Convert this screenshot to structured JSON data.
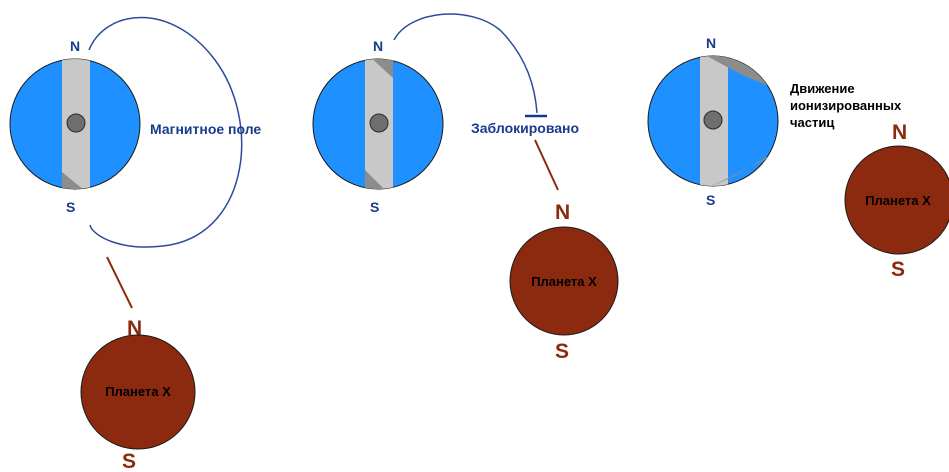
{
  "colors": {
    "earth_blue": "#1e90ff",
    "core_gray": "#c8c8c8",
    "center_dark": "#6e6e6e",
    "field_line_blue": "#2a4a9a",
    "planet_brown": "#8b2a0e",
    "connector_brown": "#8b2a0e"
  },
  "panels": [
    {
      "earth": {
        "north": "N",
        "south": "S"
      },
      "field_label": "Магнитное поле",
      "planet": {
        "name": "Планета X",
        "north": "N",
        "south": "S"
      }
    },
    {
      "earth": {
        "north": "N",
        "south": "S"
      },
      "blocked_label": "Заблокировано",
      "planet": {
        "name": "Планета X",
        "north": "N",
        "south": "S"
      }
    },
    {
      "earth": {
        "north": "N",
        "south": "S"
      },
      "motion_label_lines": [
        "Движение",
        "ионизированных",
        "частиц"
      ],
      "planet": {
        "name": "Планета X",
        "north": "N",
        "south": "S"
      }
    }
  ]
}
